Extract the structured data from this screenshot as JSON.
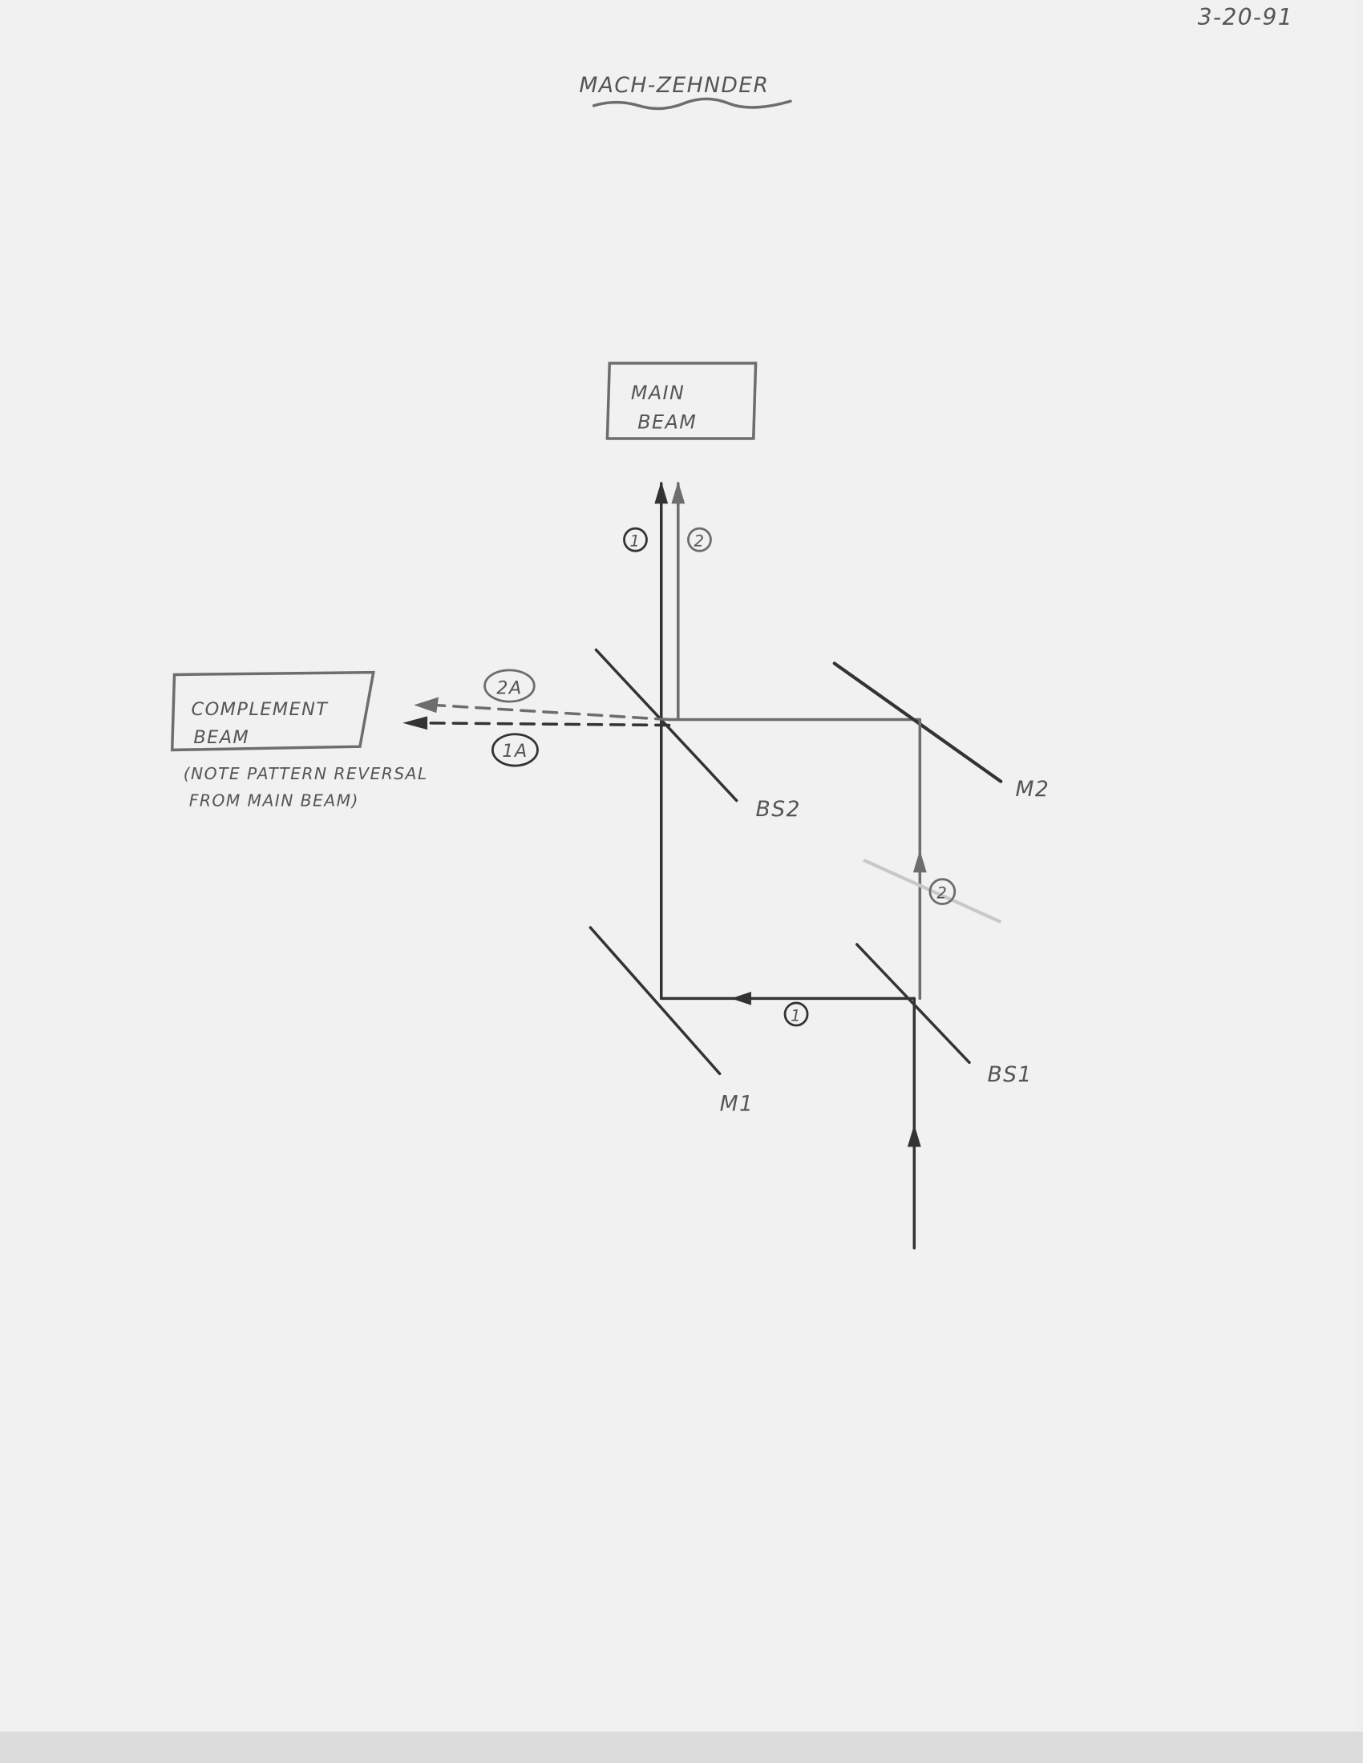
{
  "date": "3-20-91",
  "title": "MACH-ZEHNDER",
  "main_beam_box": {
    "line1": "MAIN",
    "line2": "BEAM"
  },
  "complement_beam_box": {
    "line1": "COMPLEMENT",
    "line2": "BEAM"
  },
  "note": {
    "line1": "(NOTE PATTERN REVERSAL",
    "line2": "FROM MAIN BEAM)"
  },
  "components": {
    "bs1": "BS1",
    "bs2": "BS2",
    "m1": "M1",
    "m2": "M2"
  },
  "beam_labels": {
    "path1": "1",
    "path2": "2",
    "path1a": "1A",
    "path2a": "2A"
  }
}
